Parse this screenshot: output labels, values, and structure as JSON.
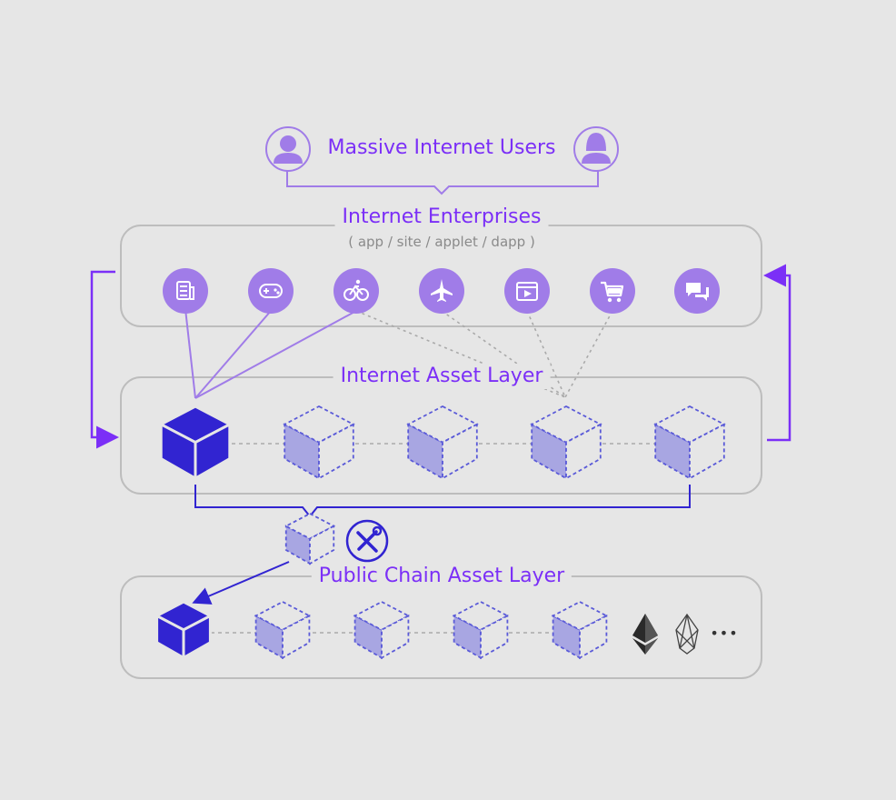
{
  "top": {
    "title": "Massive Internet Users"
  },
  "enterprises": {
    "title": "Internet Enterprises",
    "subtitle": "( app / site / applet / dapp )",
    "icons": [
      "news-icon",
      "gamepad-icon",
      "bicycle-icon",
      "airplane-icon",
      "video-icon",
      "shopping-cart-icon",
      "chat-icon"
    ]
  },
  "asset_layer": {
    "title": "Internet Asset Layer"
  },
  "public_chain": {
    "title": "Public Chain Asset Layer",
    "more": "•••",
    "chain_icons": [
      "ethereum-icon",
      "eos-icon"
    ]
  },
  "colors": {
    "accent_purple": "#7b2ff7",
    "icon_purple": "#a07ce8",
    "cube_blue": "#3124d1",
    "box_border": "#bdbdbd",
    "background": "#e6e6e6"
  }
}
